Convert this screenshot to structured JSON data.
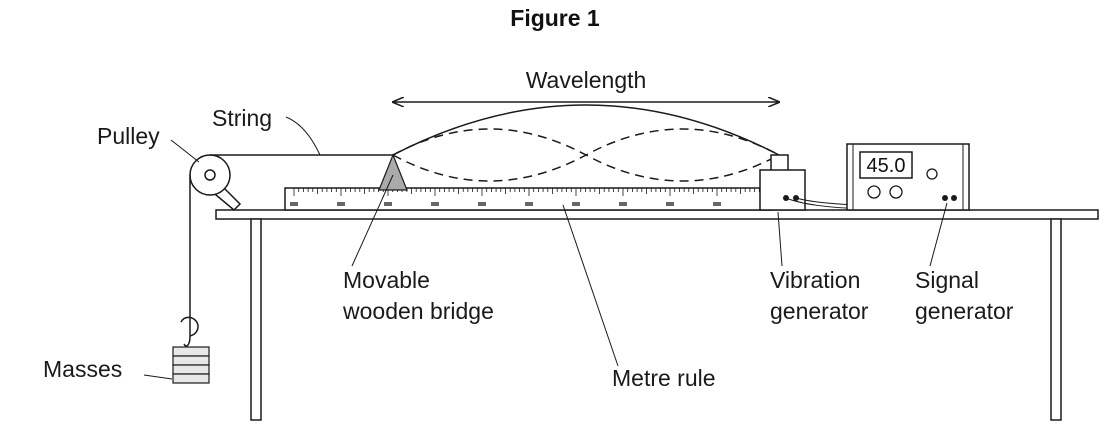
{
  "figure": {
    "title": "Figure 1",
    "labels": {
      "wavelength": "Wavelength",
      "string": "String",
      "pulley": "Pulley",
      "masses": "Masses",
      "bridge_line1": "Movable",
      "bridge_line2": "wooden bridge",
      "vibration_line1": "Vibration",
      "vibration_line2": "generator",
      "signal_line1": "Signal",
      "signal_line2": "generator",
      "metre_rule": "Metre rule"
    },
    "signal_generator": {
      "display_value": "45.0"
    }
  }
}
